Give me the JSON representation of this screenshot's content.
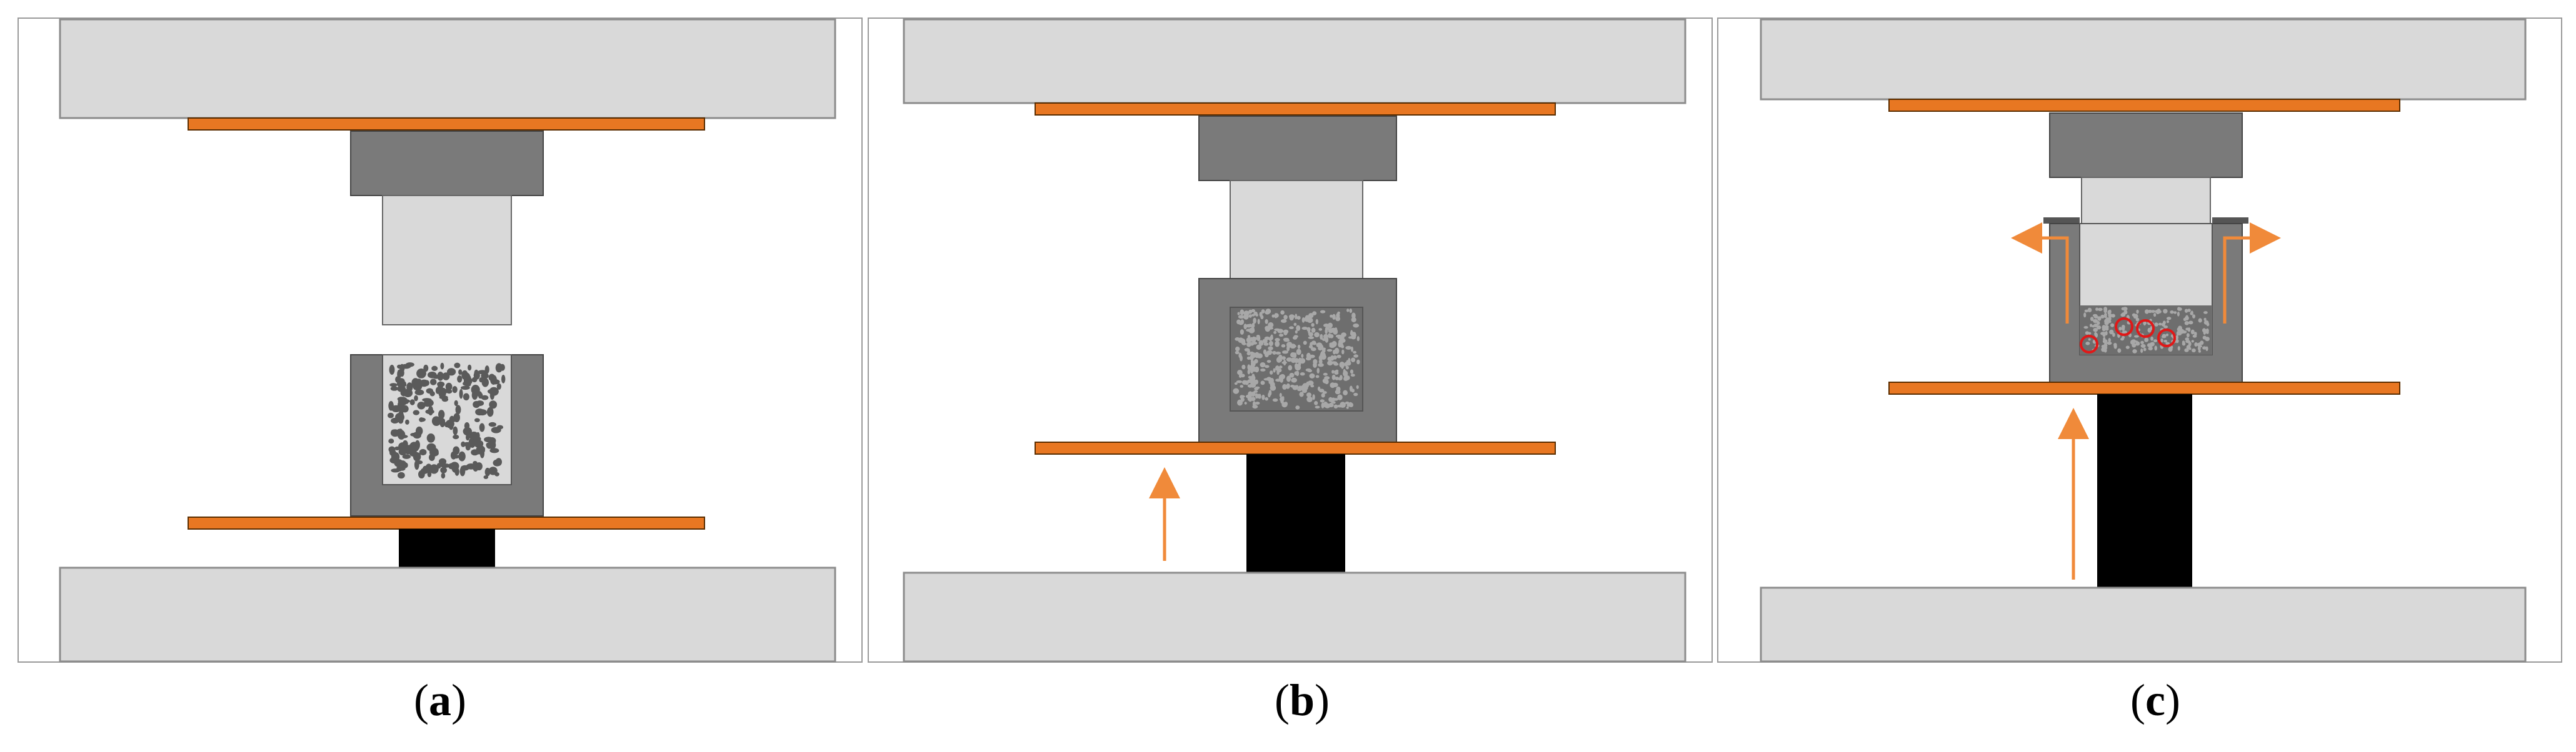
{
  "colors": {
    "frame": "#d9d9d9",
    "frame_border": "#8c8c8c",
    "platen": "#e87722",
    "holder": "#7a7a7a",
    "punch": "#d9d9d9",
    "die_wall": "#7a7a7a",
    "ram": "#000000",
    "arrow": "#f08a3a",
    "pore": "#e01818"
  },
  "panels": [
    {
      "id": "a",
      "label_open": "(",
      "label_letter": "a",
      "label_close": ")"
    },
    {
      "id": "b",
      "label_open": "(",
      "label_letter": "b",
      "label_close": ")"
    },
    {
      "id": "c",
      "label_open": "(",
      "label_letter": "c",
      "label_close": ")"
    }
  ],
  "icons": [
    "arrow-up-icon",
    "arrow-outflow-icon",
    "pore-circle-icon"
  ]
}
